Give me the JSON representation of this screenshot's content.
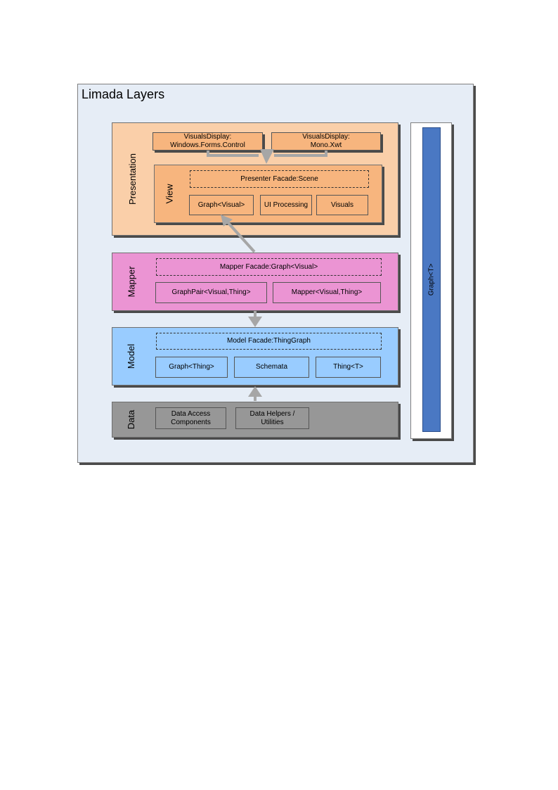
{
  "title": "Limada Layers",
  "layers": {
    "presentation": {
      "label": "Presentation",
      "displays": [
        "VisualsDisplay:\nWindows.Forms.Control",
        "VisualsDisplay:\nMono.Xwt"
      ],
      "view": {
        "label": "View",
        "facade": "Presenter Facade:Scene",
        "components": [
          "Graph<Visual>",
          "UI Processing",
          "Visuals"
        ]
      }
    },
    "mapper": {
      "label": "Mapper",
      "facade": "Mapper Facade:Graph<Visual>",
      "components": [
        "GraphPair<Visual,Thing>",
        "Mapper<Visual,Thing>"
      ]
    },
    "model": {
      "label": "Model",
      "facade": "Model Facade:ThingGraph",
      "components": [
        "Graph<Thing>",
        "Schemata",
        "Thing<T>"
      ]
    },
    "data": {
      "label": "Data",
      "components": [
        "Data Access\nComponents",
        "Data Helpers /\nUtilities"
      ]
    }
  },
  "sidebar": {
    "label": "Graph<T>"
  },
  "colors": {
    "presentation": "#facfa9",
    "view": "#f7b57e",
    "mapper": "#eb94d3",
    "model": "#99ccff",
    "data": "#979797",
    "sidebar": "#4a78c3",
    "frame": "#e6edf6",
    "arrow": "#a6a6a6"
  }
}
